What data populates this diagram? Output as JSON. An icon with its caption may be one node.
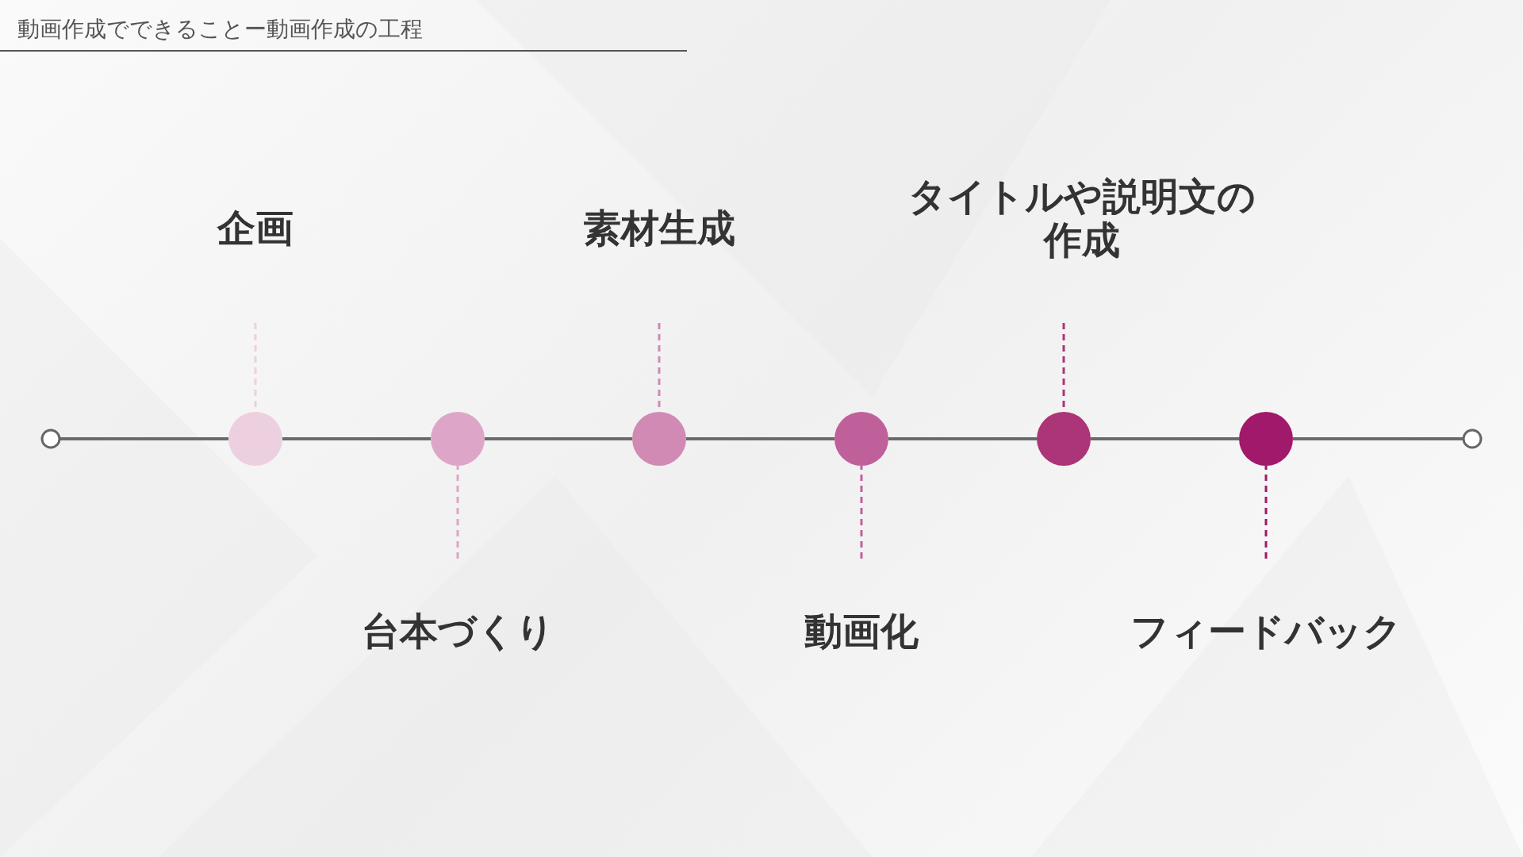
{
  "diagram": {
    "title": "動画作成でできることー動画作成の工程",
    "nodes": [
      {
        "text": [],
        "shape": "circle"
      },
      {
        "text": [],
        "shape": "circle"
      },
      {
        "text": [],
        "shape": "circle"
      },
      {
        "text": [],
        "shape": "circle"
      },
      {
        "text": [],
        "shape": "circle"
      },
      {
        "text": [],
        "shape": "circle"
      },
      {
        "text": [],
        "shape": "circle"
      },
      {
        "text": [],
        "shape": "circle"
      },
      {
        "text": [
          "企画"
        ]
      },
      {
        "text": [
          "台本づくり"
        ]
      },
      {
        "text": [
          "素材生成"
        ]
      },
      {
        "text": [
          "動画化"
        ]
      },
      {
        "text": [
          "タイトルや説明文の作成"
        ]
      },
      {
        "text": [
          "フィードバック"
        ]
      }
    ],
    "edges": [
      {
        "from": 0,
        "to": 1,
        "arrow": "none"
      },
      {
        "from": 1,
        "to": 2,
        "arrow": "none"
      },
      {
        "from": 2,
        "to": 3,
        "arrow": "none"
      },
      {
        "from": 3,
        "to": 4,
        "arrow": "none"
      },
      {
        "from": 4,
        "to": 5,
        "arrow": "none"
      },
      {
        "from": 5,
        "to": 6,
        "arrow": "none"
      },
      {
        "from": 6,
        "to": 7,
        "arrow": "none"
      },
      {
        "from": 8,
        "to": 1,
        "arrow": "none",
        "style": "dashed",
        "color": "#ecd0e0"
      },
      {
        "from": 9,
        "to": 2,
        "arrow": "none",
        "style": "dashed",
        "color": "#dda6c8"
      },
      {
        "from": 10,
        "to": 3,
        "arrow": "none",
        "style": "dashed",
        "color": "#d08ab4"
      },
      {
        "from": 11,
        "to": 4,
        "arrow": "none",
        "style": "dashed",
        "color": "#c0609a"
      },
      {
        "from": 12,
        "to": 5,
        "arrow": "none",
        "style": "dashed",
        "color": "#ab3577"
      },
      {
        "from": 13,
        "to": 6,
        "arrow": "none",
        "style": "dashed",
        "color": "#a0196a"
      }
    ]
  }
}
